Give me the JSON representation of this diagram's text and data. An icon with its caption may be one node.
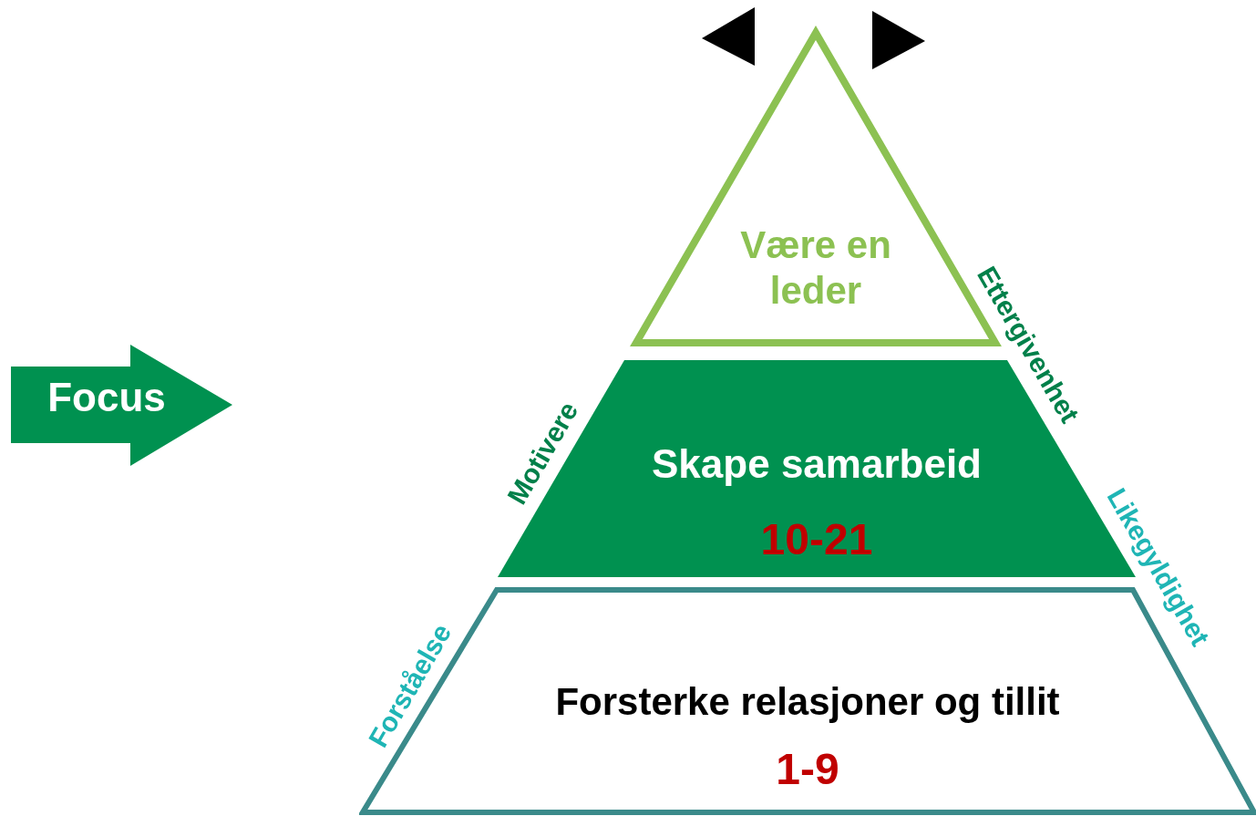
{
  "diagram": {
    "nodes": [
      {
        "text": [
          "Focus"
        ]
      },
      {
        "text": [
          "Være en leder"
        ]
      },
      {
        "text": [
          "Skape samarbeid",
          "10-21"
        ]
      },
      {
        "text": [
          "Forsterke relasjoner og tillit",
          "1-9"
        ]
      }
    ],
    "labels": [
      "Ettergivenhet",
      "Motivere",
      "Likegyldighet",
      "Forståelse"
    ]
  }
}
